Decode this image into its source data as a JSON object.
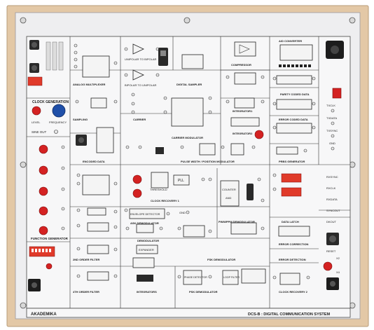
{
  "brand": "AKADEMIKA",
  "model_title": "DCS-B : DIGITAL COMMUNICATION SYSTEM",
  "colors": {
    "frame_wood": "#e3c8a6",
    "panel_bg": "#eeeef0",
    "bottom_strip": "#2b2b2b",
    "red_control": "#d42222",
    "blue_knob": "#1f4fa8",
    "dip_switch": "#e03a2a"
  },
  "sections": {
    "clock_generation": "CLOCK GENERATION",
    "analog_multiplexer": "ANALOG MULTIPLEXER",
    "unipolar_to_bipolar": "UNIPOLAR TO BIPOLAR",
    "bipolar_to_unipolar": "BIPOLAR TO UNIPOLAR",
    "digital_sampler": "DIGITAL SAMPLER",
    "compressor": "COMPRESSOR",
    "ad_converter": "A/D CONVERTER",
    "sampling": "SAMPLING",
    "carrier": "CARRIER",
    "integrator1": "INTEGRATOR1",
    "integrator2": "INTEGRATOR2",
    "parity_coded_data": "PARITY CODED DATA",
    "error_coded_data": "ERROR CODED DATA",
    "carrier_modulator": "CARRIER MODULATOR",
    "encoded_data": "ENCODED DATA",
    "pulse_width_position_modulator": "PULSE WIDTH / POSITION MODULATOR",
    "prbs_generator": "PRBS GENERATOR",
    "clock_recovery_1": "CLOCK RECOVERY 1",
    "function_generator": "FUNCTION GENERATOR",
    "ask_demodulator": "ASK DEMODULATOR",
    "pwm_ppm_demodulator": "PWM/PPM DEMODULATOR",
    "data_latch": "DATA LATCH",
    "demodulator": "DEMODULATOR",
    "fsk_demodulator": "FSK DEMODULATOR",
    "error_correction": "ERROR CORRECTION",
    "error_detection": "ERROR DETECTION",
    "second_order_filter": "2ND ORDER FILTER",
    "fourth_order_filter": "4TH ORDER FILTER",
    "integrators": "INTEGRATORS",
    "psk_demodulator": "PSK DEMODULATOR",
    "clock_recovery_2": "CLOCK RECOVERY 2",
    "reset": "RESET"
  },
  "labels": {
    "level": "LEVEL",
    "frequency": "FREQUENCY",
    "sine_out": "SINE OUT",
    "gnd": "GND",
    "threshold": "THRESHOLD",
    "pll": "PLL",
    "counter": "COUNTER",
    "and": "AND",
    "envelope_detector": "ENVELOPE DETECTOR",
    "expander": "EXPANDER",
    "phase_detector": "PHASE DETECTOR",
    "loop_filter": "LOOP FILTER",
    "txclk": "TXCLK",
    "txdata": "TXDATA",
    "txsync": "TXSYNC",
    "rxsync": "RXSYNC",
    "rxclk": "RXCLK",
    "rxdata": "RXDATA",
    "syncout": "SYNCOUT",
    "dkout": "DKOUT",
    "x2": "X2",
    "x4": "X4"
  }
}
